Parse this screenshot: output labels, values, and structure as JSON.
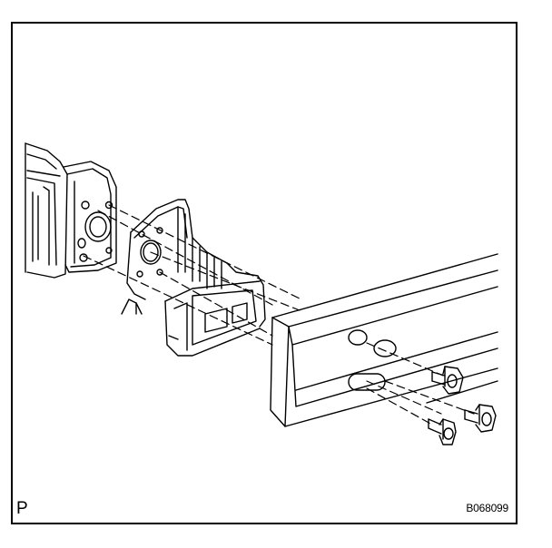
{
  "view_label": "P",
  "figure_code": "B068099",
  "parts": [
    {
      "name": "bumper-reinforcement-end",
      "icon": "frame-rail-icon"
    },
    {
      "name": "bumper-arm-bracket",
      "icon": "bracket-icon"
    },
    {
      "name": "bumper-reinforcement",
      "icon": "beam-icon"
    },
    {
      "name": "bolt",
      "icon": "bolt-icon",
      "count": 3
    }
  ]
}
